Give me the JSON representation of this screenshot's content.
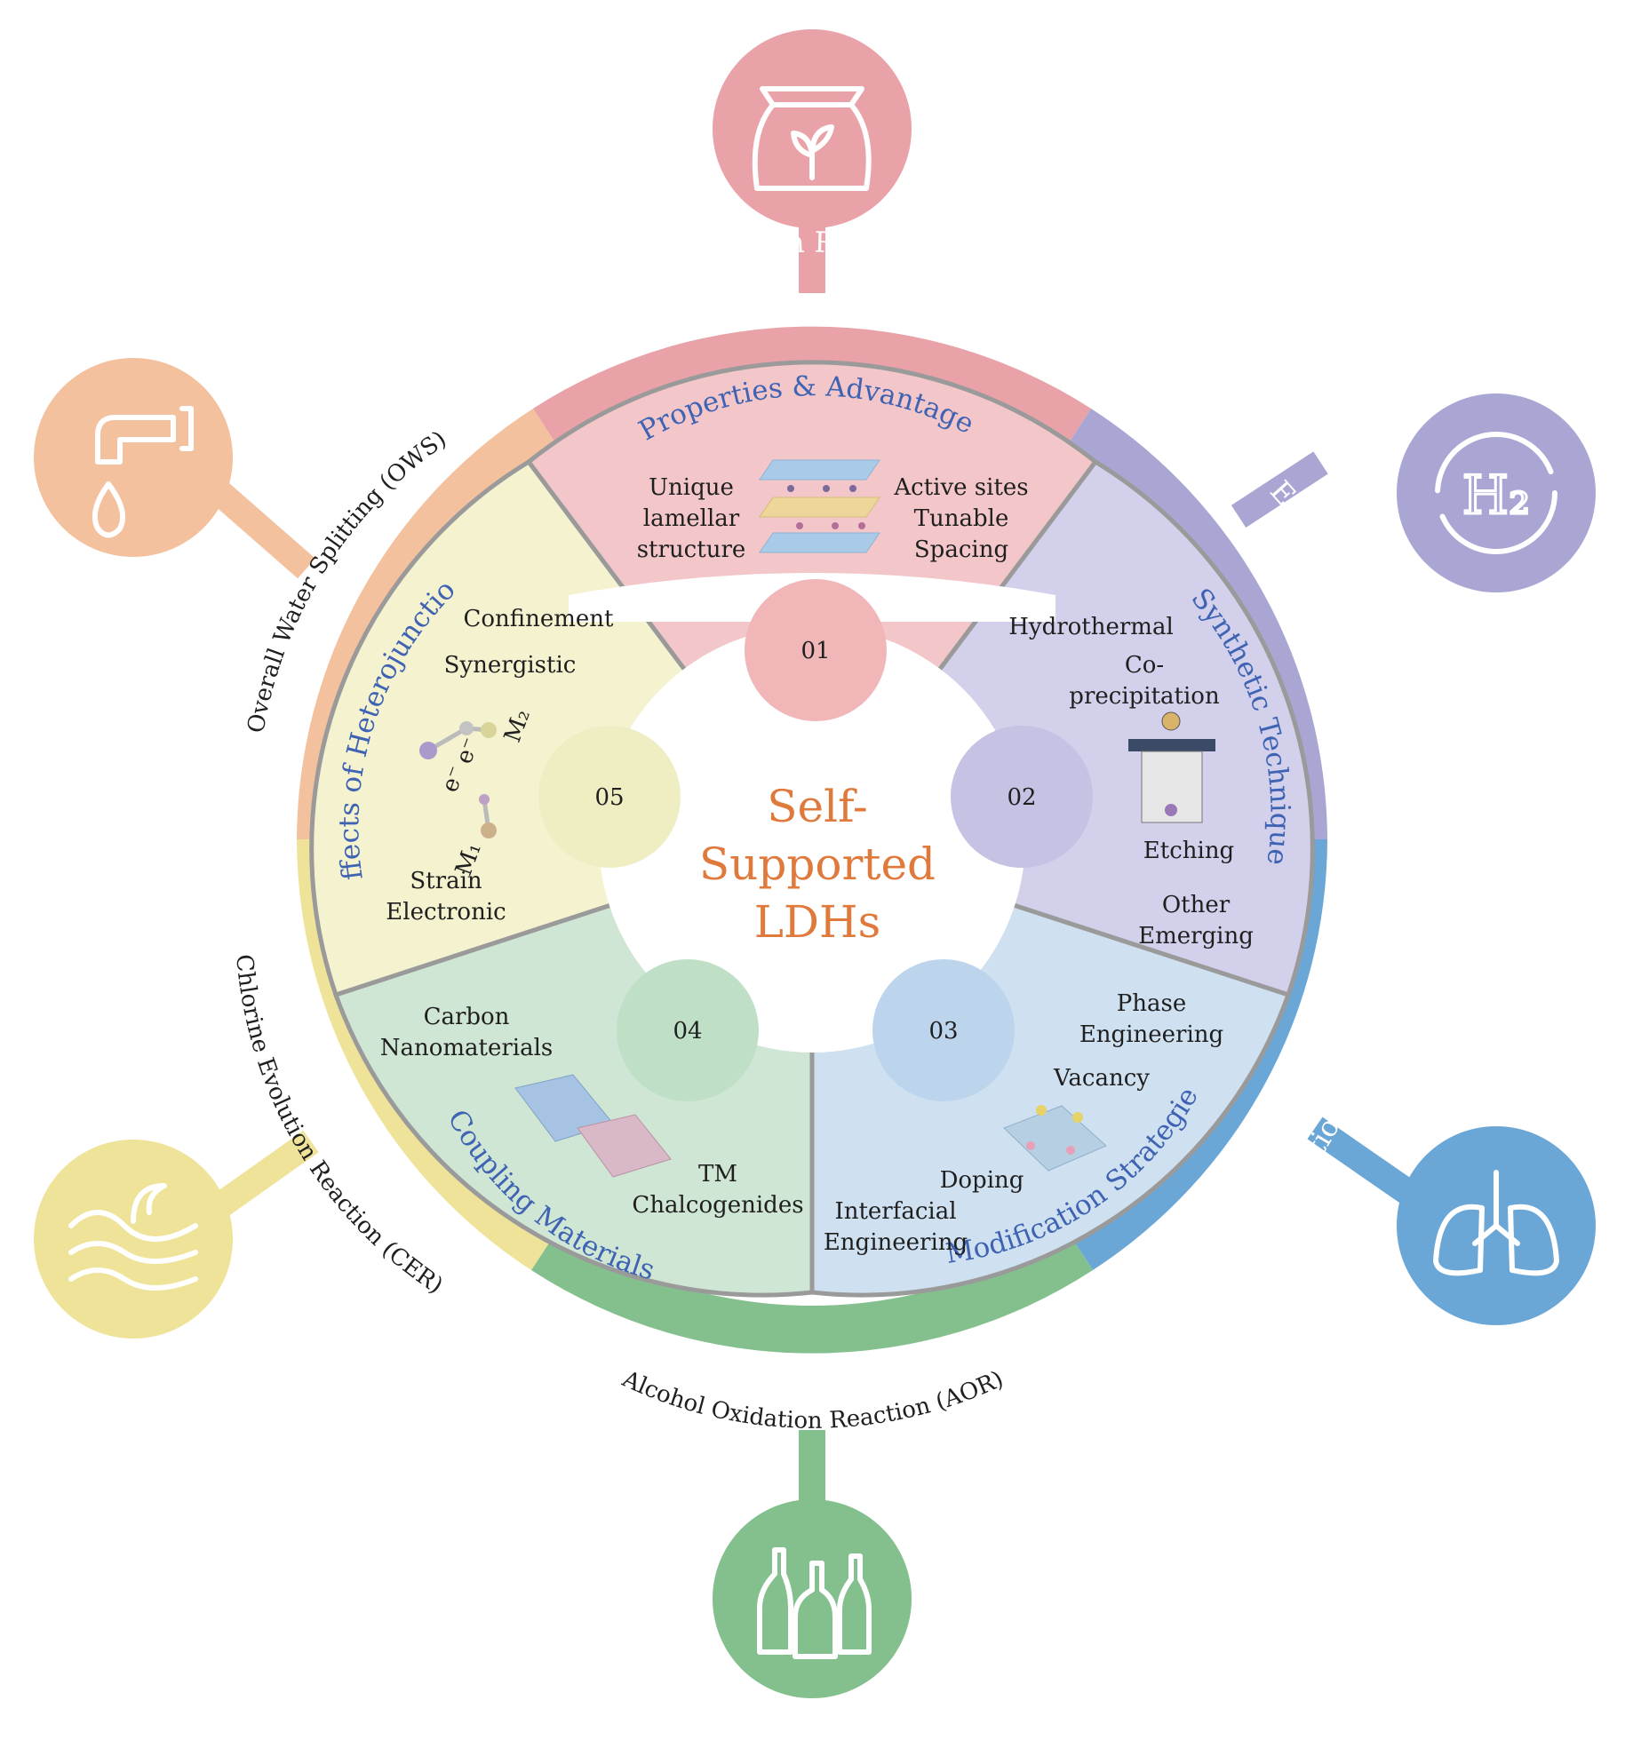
{
  "center": {
    "line1": "Self-",
    "line2": "Supported",
    "line3": "LDHs"
  },
  "ring_labels": {
    "uor": "Urea Oxidation Reaction (UOR)",
    "her": "Hydrogen Evolution Reaction (HER)",
    "oer": "Oxygen Evolution Reaction (OER)",
    "aor": "Alcohol Oxidation Reaction (AOR)",
    "cer": "Chlorine Evolution Reaction (CER)",
    "ows": "Overall Water Splitting (OWS)"
  },
  "sections": {
    "s01": {
      "number": "01",
      "title": "Properties & Advantages",
      "left": [
        "Unique",
        "lamellar",
        "structure"
      ],
      "right": [
        "Active sites",
        "Tunable",
        "Spacing"
      ]
    },
    "s02": {
      "number": "02",
      "title": "Synthetic Techniques",
      "items": [
        "Hydrothermal",
        "Co-",
        "precipitation",
        "Etching",
        "Other",
        "Emerging"
      ]
    },
    "s03": {
      "number": "03",
      "title": "Modification Strategies",
      "items": [
        "Phase",
        "Engineering",
        "Vacancy",
        "Doping",
        "Interfacial",
        "Engineering"
      ]
    },
    "s04": {
      "number": "04",
      "title": "Coupling Materials",
      "items": [
        "Carbon",
        "Nanomaterials",
        "TM",
        "Chalcogenides"
      ]
    },
    "s05": {
      "number": "05",
      "title": "Effects of Heterojunction",
      "items": [
        "Confinement",
        "Synergistic",
        "Strain",
        "Electronic"
      ],
      "diagram": {
        "m2": "M₂",
        "m1": "M₁",
        "e1": "e⁻",
        "e2": "e⁻"
      }
    }
  },
  "icons": [
    "fertilizer-bag-icon",
    "h2-cycle-icon",
    "lungs-icon",
    "bottles-icon",
    "waves-icon",
    "faucet-drop-icon"
  ],
  "colors": {
    "uor": "#e8a2a8",
    "her": "#a9a6d4",
    "oer": "#6ba7d6",
    "aor": "#84c08e",
    "cer": "#efe39a",
    "ows": "#f4c19f",
    "center_text": "#e07a3c",
    "section_title": "#3f63b3"
  }
}
